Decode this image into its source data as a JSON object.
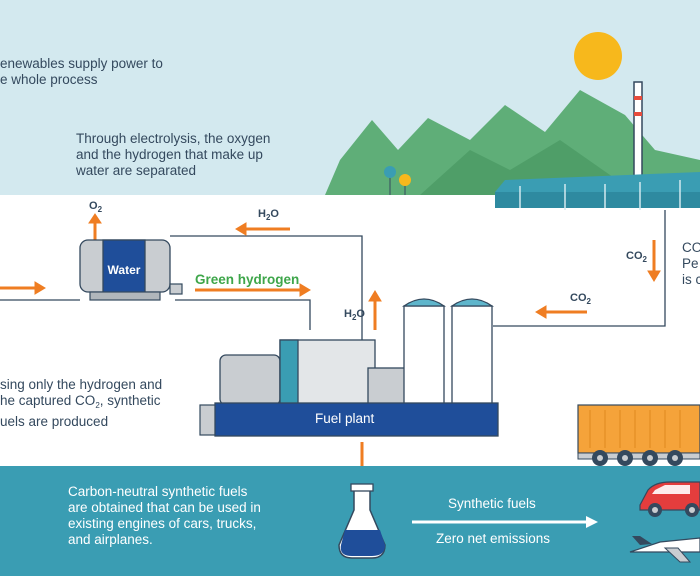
{
  "notes": {
    "renewables": [
      "enewables supply power to",
      "e whole process"
    ],
    "electrolysis": [
      "Through electrolysis, the oxygen",
      "and the hydrogen that make up",
      "water are separated"
    ],
    "synthesis": [
      "sing only the hydrogen and",
      "he captured CO",
      ", synthetic",
      "uels are produced"
    ],
    "co2_note": [
      "CO",
      "Pe",
      "is c"
    ],
    "result": [
      "Carbon-neutral synthetic fuels",
      "are obtained that can be used in",
      "existing engines of cars, trucks,",
      "and airplanes."
    ]
  },
  "labels": {
    "water": "Water",
    "green_hydrogen": "Green hydrogen",
    "fuel_plant": "Fuel plant",
    "synthetic_fuels": "Synthetic fuels",
    "zero_net": "Zero net emissions",
    "o2": "O",
    "o2_sub": "2",
    "h2o_top": "H",
    "h2o_top_sub": "2",
    "h2o_top_o": "O",
    "h2o_side": "H",
    "h2o_side_sub": "2",
    "h2o_side_o": "O",
    "co2_right": "CO",
    "co2_right_sub": "2",
    "co2_mid": "CO",
    "co2_mid_sub": "2",
    "synthesis_sub": "2"
  },
  "colors": {
    "sky": "#d3e9ef",
    "sea": "#3a9db3",
    "arrow": "#ef7d22",
    "plant_base": "#1f4e9a",
    "mountain": "#5fae78",
    "green_text": "#3ea64a",
    "sun": "#f7b81c"
  }
}
